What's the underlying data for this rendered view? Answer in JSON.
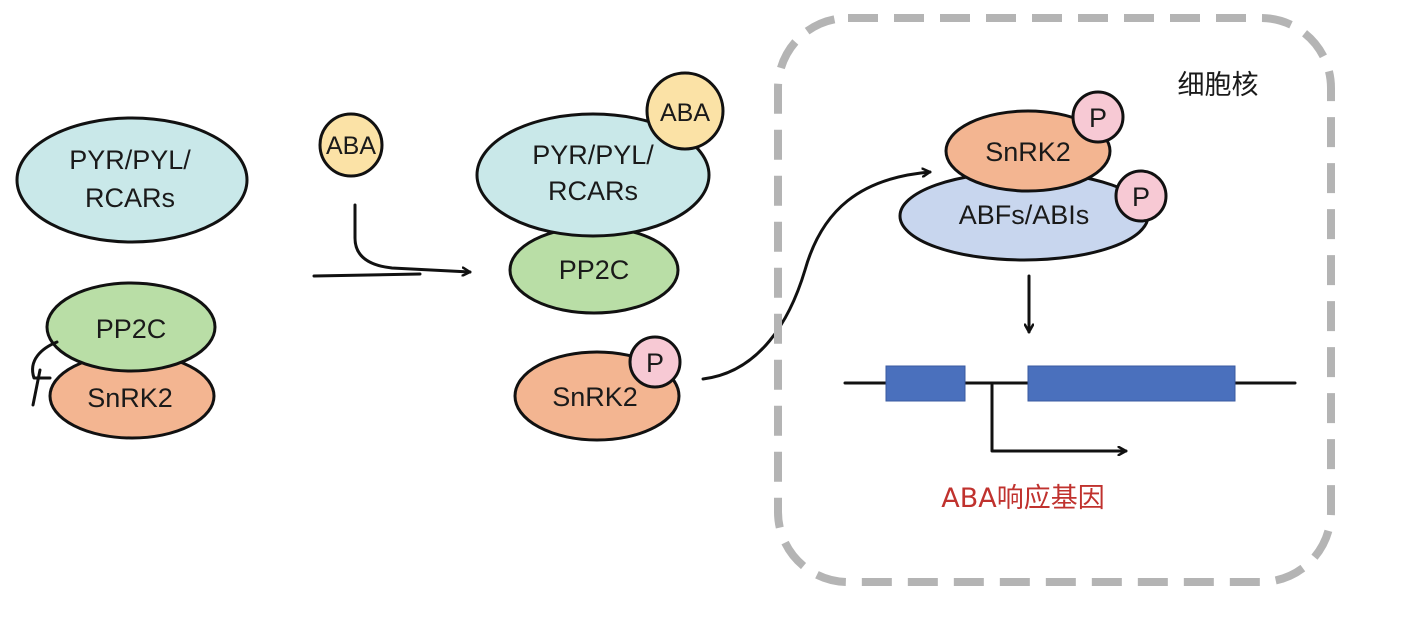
{
  "colors": {
    "receptor": "#c9e8e9",
    "pp2c": "#b9dea6",
    "snrk2": "#f3b591",
    "aba": "#fbe2a6",
    "phospho": "#f7c9d4",
    "abfs": "#c8d6ee",
    "gene_block": "#4a70bd",
    "nucleus_border": "#b4b4b4",
    "gene_label": "#c0322e"
  },
  "left_complex": {
    "receptor_line1": "PYR/PYL/",
    "receptor_line2": "RCARs",
    "pp2c": "PP2C",
    "snrk2": "SnRK2"
  },
  "free_aba": "ABA",
  "bound_complex": {
    "aba": "ABA",
    "receptor_line1": "PYR/PYL/",
    "receptor_line2": "RCARs",
    "pp2c": "PP2C"
  },
  "released_kinase": {
    "snrk2": "SnRK2",
    "phospho": "P"
  },
  "nucleus": {
    "label": "细胞核",
    "snrk2": "SnRK2",
    "snrk2_phospho": "P",
    "abfs": "ABFs/ABIs",
    "abfs_phospho": "P",
    "gene_label": "ABA响应基因"
  }
}
